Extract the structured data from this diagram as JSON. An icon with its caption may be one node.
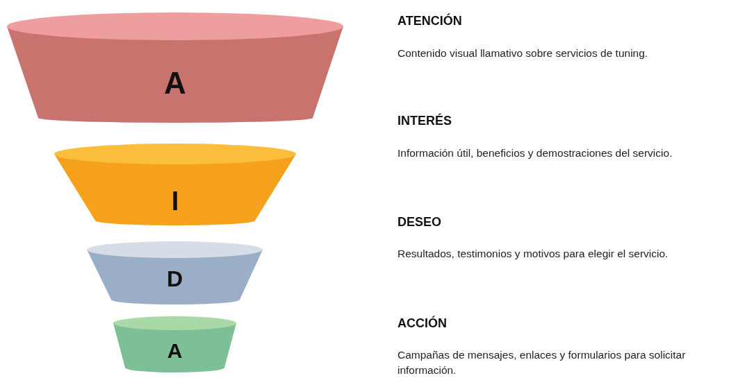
{
  "diagram": {
    "nodes": [
      {
        "text": [
          "A"
        ],
        "beside": [
          "ATENCIÓN",
          "Contenido visual llamativo sobre servicios de tuning."
        ]
      },
      {
        "text": [
          "I"
        ],
        "beside": [
          "INTERÉS",
          "Información útil, beneficios y demostraciones del servicio."
        ]
      },
      {
        "text": [
          "D"
        ],
        "beside": [
          "DESEO",
          "Resultados, testimonios y motivos para elegir el servicio."
        ]
      },
      {
        "text": [
          "A"
        ],
        "beside": [
          "ACCIÓN",
          "Campañas de mensajes, enlaces y formularios para solicitar información."
        ]
      }
    ]
  }
}
